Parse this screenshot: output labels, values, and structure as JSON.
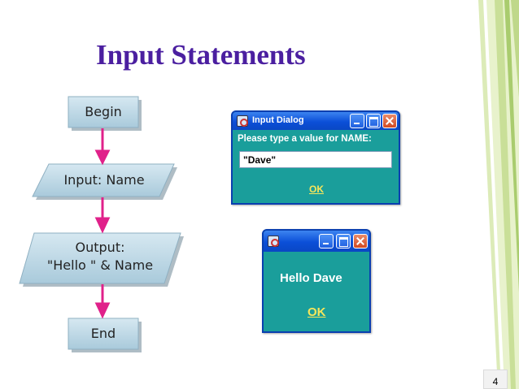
{
  "slide": {
    "title": "Input Statements",
    "page_number": "4"
  },
  "flowchart": {
    "begin": "Begin",
    "input_label": "Input: Name",
    "output_line1": "Output:",
    "output_line2": "\"Hello \" & Name",
    "end": "End"
  },
  "input_dialog": {
    "title": "Input Dialog",
    "prompt": "Please type a value for NAME:",
    "input_value": "\"Dave\"",
    "ok_label": "OK"
  },
  "message_dialog": {
    "message": "Hello Dave",
    "ok_label": "OK"
  },
  "colors": {
    "title": "#4B1FA0",
    "flow_shape_fill": "#B9D6E6",
    "flow_arrow": "#E0218A",
    "dialog_body": "#1A9E9B",
    "dialog_titlebar": "#0B4FD8",
    "ok_text": "#F7E65A"
  }
}
